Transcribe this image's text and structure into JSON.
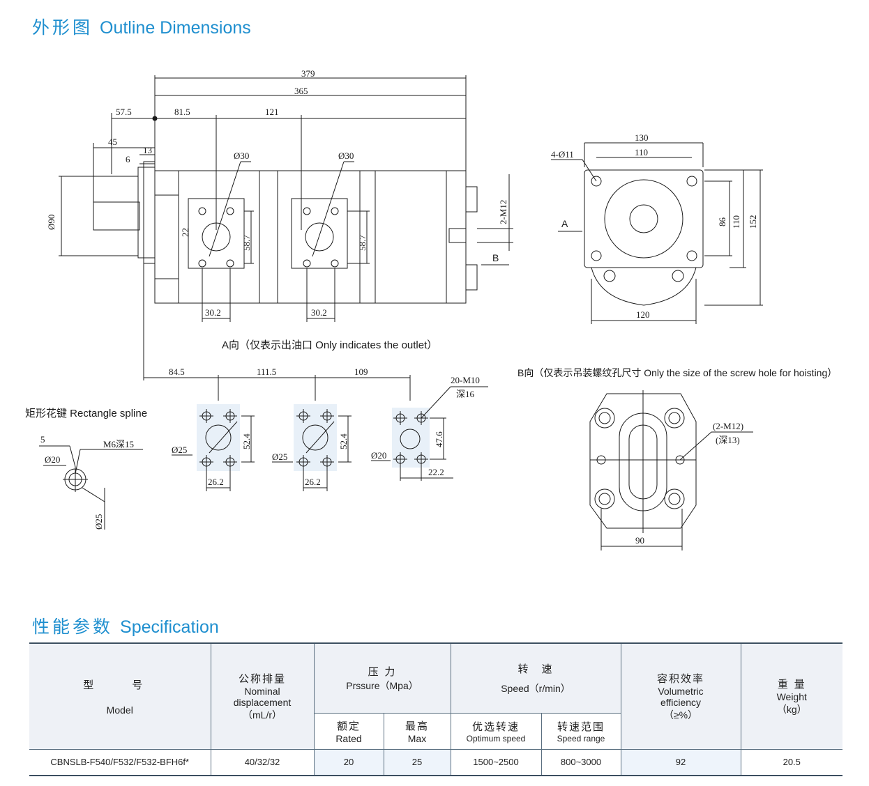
{
  "headings": {
    "outline_cn": "外形图",
    "outline_en": "Outline Dimensions",
    "spec_cn": "性能参数",
    "spec_en": "Specification"
  },
  "drawing": {
    "dims_top": [
      "379",
      "365",
      "57.5",
      "81.5",
      "121",
      "45",
      "13",
      "6"
    ],
    "holes": [
      "Ø30",
      "Ø30"
    ],
    "side_dims": [
      "22",
      "58.7",
      "58.7",
      "30.2",
      "30.2",
      "2-M12"
    ],
    "shaft_dia": "Ø90",
    "markers": [
      "A",
      "B"
    ],
    "front_view": [
      "130",
      "110",
      "4-Ø11",
      "86",
      "110",
      "152",
      "120"
    ],
    "caption_a": "A向（仅表示出油口 Only indicates the outlet）",
    "caption_b": "B向（仅表示吊装螺纹孔尺寸 Only the size of the screw hole for hoisting）",
    "port_spacing": [
      "84.5",
      "111.5",
      "109"
    ],
    "ports": [
      {
        "dia": "Ø25",
        "h": "52.4",
        "w": "26.2"
      },
      {
        "dia": "Ø25",
        "h": "52.4",
        "w": "26.2"
      },
      {
        "dia": "Ø20",
        "h": "47.6",
        "w": "22.2"
      }
    ],
    "port3_thread": "20-M10",
    "port3_depth": "深16",
    "spline_title": "矩形花键 Rectangle spline",
    "spline": [
      "5",
      "M6深15",
      "Ø20",
      "Ø25"
    ],
    "b_view": [
      "(2-M12)",
      "(深13)",
      "90"
    ]
  },
  "table": {
    "headers": {
      "model_cn": "型　号",
      "model_en": "Model",
      "disp_cn": "公称排量",
      "disp_en1": "Nominal",
      "disp_en2": "displacement",
      "disp_unit": "（mL/r）",
      "pressure_cn": "压 力",
      "pressure_en": "Prssure（Mpa）",
      "rated_cn": "额定",
      "rated_en": "Rated",
      "max_cn": "最高",
      "max_en": "Max",
      "speed_cn": "转　速",
      "speed_en": "Speed（r/min）",
      "opt_cn": "优选转速",
      "opt_en": "Optimum speed",
      "range_cn": "转速范围",
      "range_en": "Speed range",
      "eff_cn": "容积效率",
      "eff_en1": "Volumetric",
      "eff_en2": "efficiency",
      "eff_unit": "（≥%）",
      "weight_cn": "重 量",
      "weight_en": "Weight",
      "weight_unit": "（kg）"
    },
    "row": {
      "model": "CBNSLB-F540/F532/F532-BFH6f*",
      "displacement": "40/32/32",
      "rated": "20",
      "max": "25",
      "optimum_speed": "1500~2500",
      "speed_range": "800~3000",
      "efficiency": "92",
      "weight": "20.5"
    }
  }
}
